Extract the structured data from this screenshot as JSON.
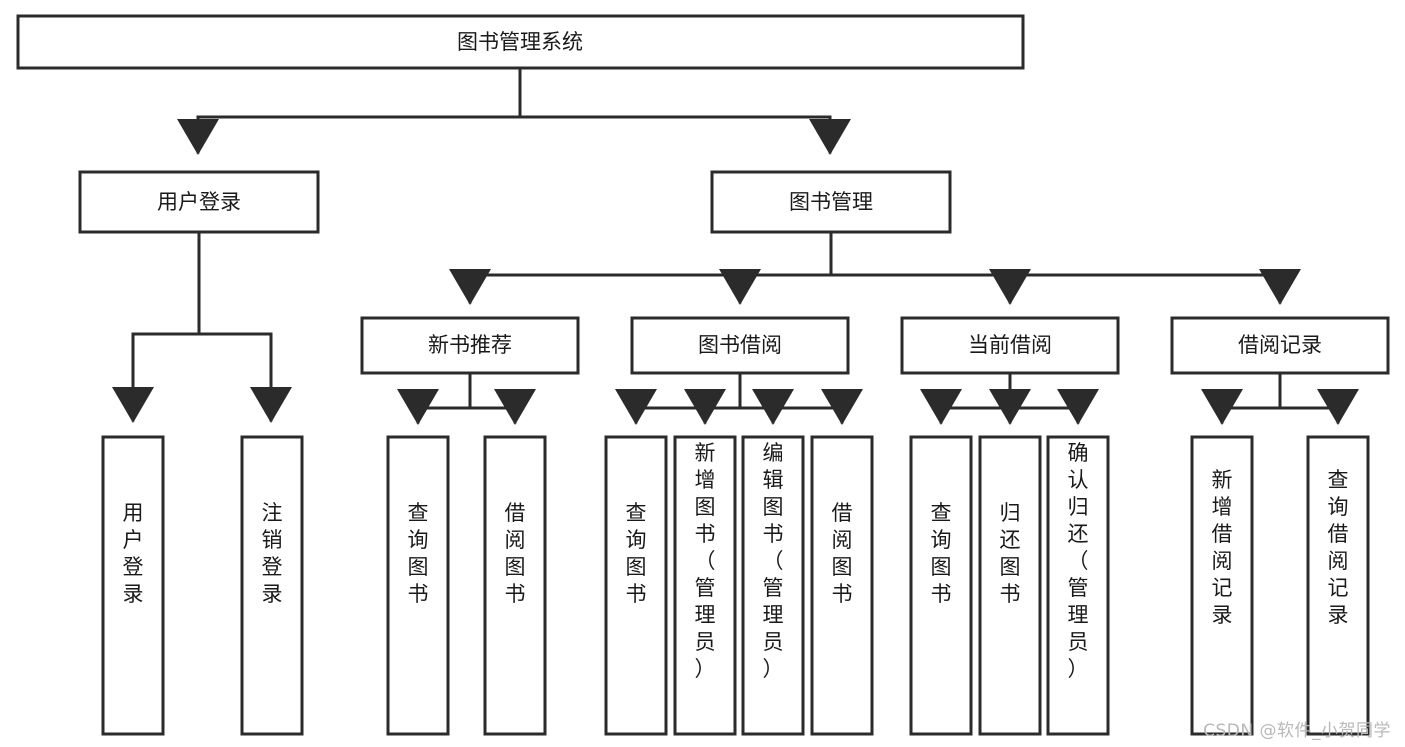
{
  "diagram": {
    "type": "tree-hierarchy",
    "title": "图书管理系统",
    "root": {
      "id": "root",
      "label": "图书管理系统",
      "orientation": "horizontal"
    },
    "level2": [
      {
        "id": "user-login",
        "label": "用户登录",
        "orientation": "horizontal"
      },
      {
        "id": "book-manage",
        "label": "图书管理",
        "orientation": "horizontal"
      }
    ],
    "level3": [
      {
        "id": "new-book-recommend",
        "label": "新书推荐",
        "parent": "book-manage",
        "orientation": "horizontal"
      },
      {
        "id": "book-borrow",
        "label": "图书借阅",
        "parent": "book-manage",
        "orientation": "horizontal"
      },
      {
        "id": "current-borrow",
        "label": "当前借阅",
        "parent": "book-manage",
        "orientation": "horizontal"
      },
      {
        "id": "borrow-record",
        "label": "借阅记录",
        "parent": "book-manage",
        "orientation": "horizontal"
      }
    ],
    "leaves": [
      {
        "id": "leaf-user-login",
        "label": "用户登录",
        "parent": "user-login",
        "orientation": "vertical"
      },
      {
        "id": "leaf-user-logout",
        "label": "注销登录",
        "parent": "user-login",
        "orientation": "vertical"
      },
      {
        "id": "leaf-query-book-recommend",
        "label": "查询图书",
        "parent": "new-book-recommend",
        "orientation": "vertical"
      },
      {
        "id": "leaf-borrow-book-recommend",
        "label": "借阅图书",
        "parent": "new-book-recommend",
        "orientation": "vertical"
      },
      {
        "id": "leaf-query-book-borrow",
        "label": "查询图书",
        "parent": "book-borrow",
        "orientation": "vertical"
      },
      {
        "id": "leaf-add-book",
        "label": "新增图书（管理员）",
        "parent": "book-borrow",
        "orientation": "vertical"
      },
      {
        "id": "leaf-edit-book",
        "label": "编辑图书（管理员）",
        "parent": "book-borrow",
        "orientation": "vertical"
      },
      {
        "id": "leaf-borrow-book",
        "label": "借阅图书",
        "parent": "book-borrow",
        "orientation": "vertical"
      },
      {
        "id": "leaf-query-book-current",
        "label": "查询图书",
        "parent": "current-borrow",
        "orientation": "vertical"
      },
      {
        "id": "leaf-return-book",
        "label": "归还图书",
        "parent": "current-borrow",
        "orientation": "vertical"
      },
      {
        "id": "leaf-confirm-return",
        "label": "确认归还（管理员）",
        "parent": "current-borrow",
        "orientation": "vertical"
      },
      {
        "id": "leaf-add-record",
        "label": "新增借阅记录",
        "parent": "borrow-record",
        "orientation": "vertical"
      },
      {
        "id": "leaf-query-record",
        "label": "查询借阅记录",
        "parent": "borrow-record",
        "orientation": "vertical"
      }
    ],
    "colors": {
      "stroke": "#2b2b2b",
      "fill": "#ffffff",
      "text": "#1a1a1a",
      "watermark": "#b9b9b9"
    }
  },
  "watermark": {
    "text": "CSDN @软件_小贺同学"
  }
}
